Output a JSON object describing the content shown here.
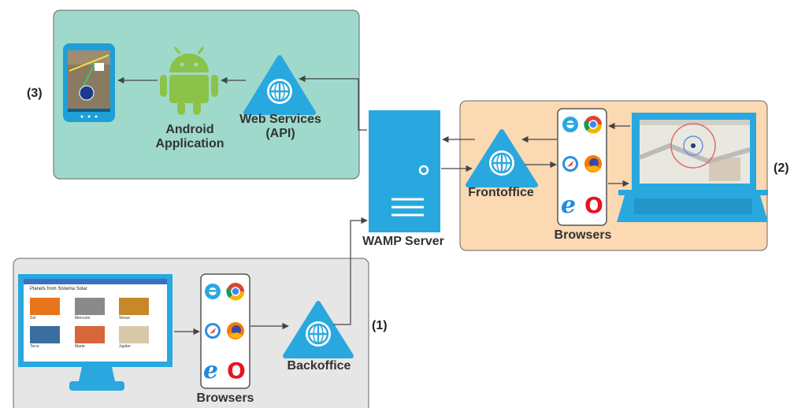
{
  "colors": {
    "panel_mobile": "#9fd9cc",
    "panel_front": "#fbd9b3",
    "panel_back": "#e6e6e6",
    "accent_blue": "#29a8e0",
    "android_green": "#8bc34a",
    "edge": "#555555"
  },
  "labels": {
    "android": "Android\nApplication",
    "web_services": "Web Services\n(API)",
    "wamp": "WAMP Server",
    "frontoffice": "Frontoffice",
    "backoffice": "Backoffice",
    "browsers_front": "Browsers",
    "browsers_back": "Browsers",
    "ref_mobile": "(3)",
    "ref_front": "(2)",
    "ref_back": "(1)"
  },
  "screen": {
    "title": "Planets from Sistema Solar",
    "cards": [
      "Sol",
      "Mercurio",
      "Venus",
      "Terra",
      "Marte",
      "Jupiter"
    ]
  },
  "icons": {
    "phone": "smartphone-icon",
    "android": "android-robot-icon",
    "api": "web-service-globe-icon",
    "server": "server-tower-icon",
    "laptop": "laptop-map-icon",
    "monitor": "desktop-monitor-icon",
    "browsers": [
      "internet-explorer-icon",
      "chrome-icon",
      "safari-icon",
      "firefox-icon",
      "ie-edge-icon",
      "opera-icon"
    ]
  }
}
